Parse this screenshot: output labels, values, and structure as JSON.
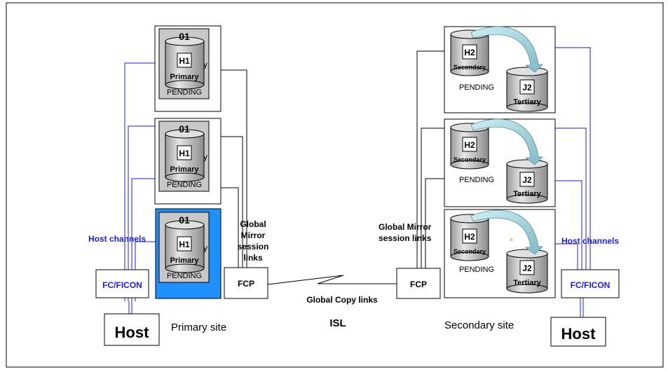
{
  "primary": {
    "volumes": [
      {
        "number": "01",
        "volume": "H1",
        "role": "Primary",
        "state": "PENDING"
      },
      {
        "number": "01",
        "volume": "H1",
        "role": "Primary",
        "state": "PENDING"
      },
      {
        "number": "01",
        "volume": "H1",
        "role": "Primary",
        "state": "PENDING"
      }
    ],
    "host_channels_label": "Host channels",
    "adapter_label": "FC/FICON",
    "host_label": "Host",
    "fcp_label": "FCP",
    "session_links_label": [
      "Global",
      "Mirror",
      "session",
      "links"
    ],
    "site_label": "Primary site"
  },
  "secondary": {
    "volumes": [
      {
        "volume": "H2",
        "role": "Secondary",
        "state": "PENDING",
        "target": "J2",
        "target_role": "Tertiary"
      },
      {
        "volume": "H2",
        "role": "Secondary",
        "state": "PENDING",
        "target": "J2",
        "target_role": "Tertiary"
      },
      {
        "volume": "H2",
        "role": "Secondary",
        "state": "PENDING",
        "target": "J2",
        "target_role": "Tertiary"
      }
    ],
    "host_channels_label": "Host channels",
    "adapter_label": "FC/FICON",
    "host_label": "Host",
    "fcp_label": "FCP",
    "session_links_label": [
      "Global Mirror",
      "session links"
    ],
    "site_label": "Secondary site"
  },
  "links": {
    "global_copy_label": "Global Copy links",
    "isl_label": "ISL"
  },
  "colors": {
    "channel_blue": "#1f1fc8",
    "highlight": "#1e90ff",
    "volume_grey": "#c8c8c8",
    "arrow": "#a8d8e0"
  }
}
